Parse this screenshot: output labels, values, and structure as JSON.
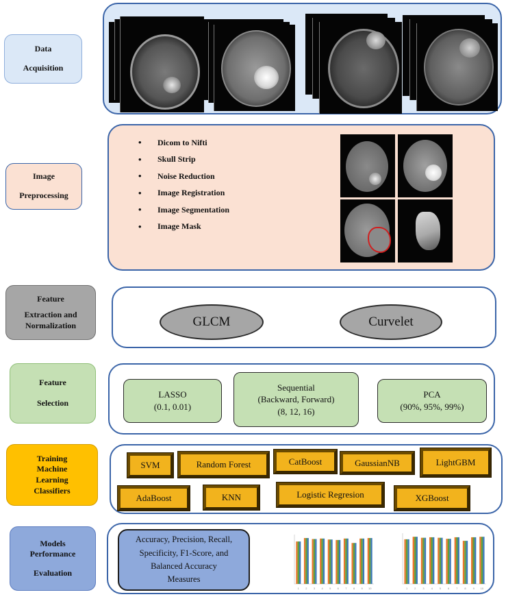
{
  "colors": {
    "acquisition_bg": "#dbe8f7",
    "preprocessing_bg": "#fbe1d3",
    "feature_extraction_bg": "#a6a6a6",
    "feature_selection_bg": "#c5e0b4",
    "training_bg": "#ffc000",
    "evaluation_bg": "#8ea9db",
    "panel_border": "#3a64a8",
    "classifier_fill": "#f2b31d",
    "bar_orange": "#e8762b",
    "bar_green": "#5e9e3a",
    "bar_blue": "#3c78b8"
  },
  "stages": {
    "acquisition": {
      "line1": "Data",
      "line2": "Acquisition"
    },
    "preprocessing": {
      "line1": "Image",
      "line2": "Preprocessing"
    },
    "extraction": {
      "line1": "Feature",
      "line2": "Extraction and",
      "line3": "Normalization"
    },
    "selection": {
      "line1": "Feature",
      "line2": "Selection"
    },
    "training": {
      "line1": "Training",
      "line2": "Machine",
      "line3": "Learning",
      "line4": "Classifiers"
    },
    "evaluation": {
      "line1": "Models",
      "line2": "Performance",
      "line3": "Evaluation"
    }
  },
  "preprocessing_steps": [
    "Dicom to Nifti",
    "Skull Strip",
    "Noise Reduction",
    "Image Registration",
    "Image Segmentation",
    "Image Mask"
  ],
  "extraction_methods": {
    "glcm": "GLCM",
    "curvelet": "Curvelet"
  },
  "selection_methods": {
    "lasso": {
      "line1": "LASSO",
      "line2": "(0.1, 0.01)"
    },
    "sequential": {
      "line1": "Sequential",
      "line2": "(Backward, Forward)",
      "line3": "(8, 12, 16)"
    },
    "pca": {
      "line1": "PCA",
      "line2": "(90%, 95%, 99%)"
    }
  },
  "classifiers": {
    "svm": "SVM",
    "random_forest": "Random Forest",
    "catboost": "CatBoost",
    "gaussiannb": "GaussianNB",
    "lightgbm": "LightGBM",
    "adaboost": "AdaBoost",
    "knn": "KNN",
    "logistic": "Logistic Regresion",
    "xgboost": "XGBoost"
  },
  "metrics": {
    "line1": "Accuracy, Precision, Recall,",
    "line2": "Specificity, F1-Score, and",
    "line3": "Balanced Accuracy",
    "line4": "Measures"
  },
  "chart_data": [
    {
      "type": "bar",
      "categories": [
        "1",
        "2",
        "3",
        "4",
        "5",
        "6",
        "7",
        "8",
        "9",
        "10"
      ],
      "series": [
        {
          "values": [
            0.86,
            0.93,
            0.91,
            0.92,
            0.9,
            0.89,
            0.92,
            0.83,
            0.92,
            0.93
          ]
        },
        {
          "values": [
            0.86,
            0.93,
            0.91,
            0.92,
            0.9,
            0.89,
            0.92,
            0.83,
            0.92,
            0.93
          ]
        },
        {
          "values": [
            0.86,
            0.93,
            0.91,
            0.92,
            0.9,
            0.89,
            0.92,
            0.83,
            0.92,
            0.93
          ]
        }
      ],
      "ylim": [
        0,
        1
      ]
    },
    {
      "type": "bar",
      "categories": [
        "1",
        "2",
        "3",
        "4",
        "5",
        "6",
        "7",
        "8",
        "9",
        "10"
      ],
      "series": [
        {
          "values": [
            0.88,
            0.93,
            0.91,
            0.92,
            0.91,
            0.89,
            0.92,
            0.85,
            0.92,
            0.93
          ]
        },
        {
          "values": [
            0.88,
            0.93,
            0.91,
            0.92,
            0.91,
            0.89,
            0.92,
            0.85,
            0.92,
            0.93
          ]
        },
        {
          "values": [
            0.88,
            0.93,
            0.91,
            0.92,
            0.91,
            0.89,
            0.92,
            0.85,
            0.92,
            0.93
          ]
        }
      ],
      "ylim": [
        0,
        1
      ]
    }
  ]
}
